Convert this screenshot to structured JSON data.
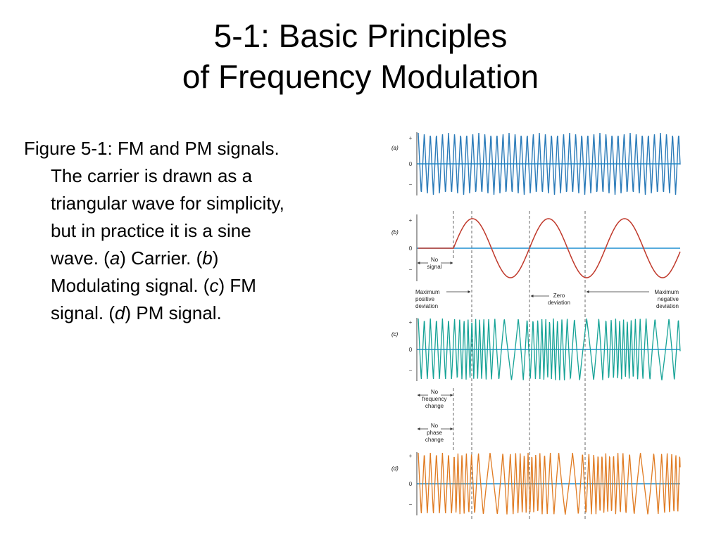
{
  "title": {
    "line1": "5-1: Basic Principles",
    "line2": "of Frequency Modulation"
  },
  "caption": {
    "lines": [
      "Figure 5-1: FM and PM signals.",
      "The carrier is drawn as a",
      "triangular wave for simplicity,",
      "but in practice it is a sine",
      "wave. (",
      "a",
      ") Carrier. (",
      "b",
      ")",
      "Modulating signal. (",
      "c",
      ") FM",
      "signal. (",
      "d",
      ") PM signal."
    ]
  },
  "figure": {
    "panels": {
      "a": {
        "label": "(a)",
        "letter": "a",
        "color": "#2b7bb9"
      },
      "b": {
        "label": "(b)",
        "letter": "b",
        "color": "#c0392b"
      },
      "c": {
        "label": "(c)",
        "letter": "c",
        "color": "#17a397"
      },
      "d": {
        "label": "(d)",
        "letter": "d",
        "color": "#e07b22"
      }
    },
    "axis": {
      "plus": "+",
      "zero": "0",
      "minus": "−",
      "color": "#1e8fd0"
    },
    "annotations": {
      "no_signal_1": "No",
      "no_signal_2": "signal",
      "max_pos_1": "Maximum",
      "max_pos_2": "positive",
      "max_pos_3": "deviation",
      "zero_dev_1": "Zero",
      "zero_dev_2": "deviation",
      "max_neg_1": "Maximum",
      "max_neg_2": "negative",
      "max_neg_3": "deviation",
      "no_freq_1": "No",
      "no_freq_2": "frequency",
      "no_freq_3": "change",
      "no_phase_1": "No",
      "no_phase_2": "phase",
      "no_phase_3": "change"
    }
  }
}
